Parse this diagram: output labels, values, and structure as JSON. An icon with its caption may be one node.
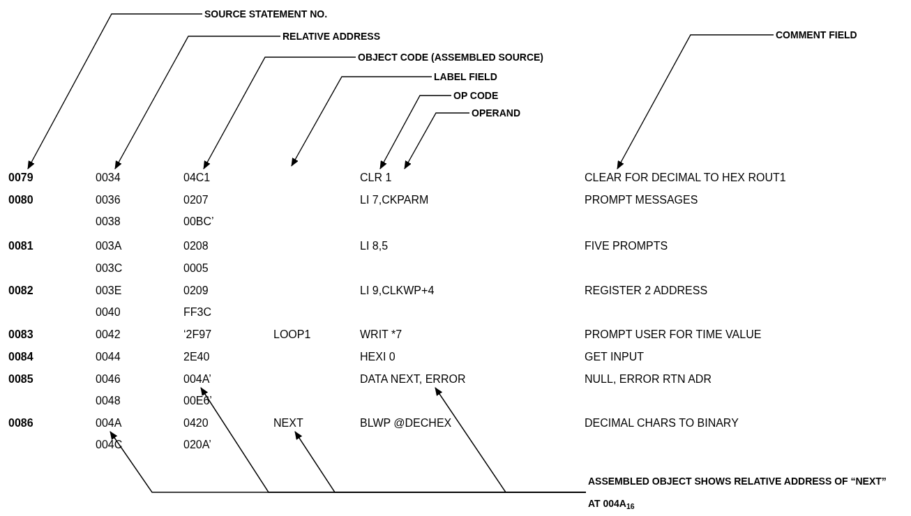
{
  "diagram": {
    "nodes": [
      {
        "text": [
          "SOURCE STATEMENT NO."
        ]
      },
      {
        "text": [
          "RELATIVE ADDRESS"
        ]
      },
      {
        "text": [
          "OBJECT CODE (ASSEMBLED SOURCE)"
        ]
      },
      {
        "text": [
          "LABEL FIELD"
        ]
      },
      {
        "text": [
          "OP CODE"
        ]
      },
      {
        "text": [
          "OPERAND"
        ]
      },
      {
        "text": [
          "COMMENT FIELD"
        ]
      },
      {
        "text": [
          "ASSEMBLED OBJECT SHOWS RELATIVE ADDRESS OF “NEXT” AT 004A$_{16}$"
        ]
      },
      {
        "text": [
          "004A"
        ]
      },
      {
        "text": [
          "004A’"
        ]
      },
      {
        "text": [
          "NEXT"
        ]
      },
      {
        "text": [
          "DATA NEXT, ERROR"
        ]
      },
      {
        "text": [
          "0079"
        ]
      },
      {
        "text": [
          "0034"
        ]
      },
      {
        "text": [
          "04C1"
        ]
      },
      {
        "text": [
          "CLR 1"
        ]
      },
      {
        "text": [
          "CLEAR FOR DECIMAL TO HEX ROUT1"
        ]
      }
    ],
    "edges": [
      {
        "from": 0,
        "to": 12,
        "arrow": "to"
      },
      {
        "from": 1,
        "to": 13,
        "arrow": "to"
      },
      {
        "from": 2,
        "to": 14,
        "arrow": "to"
      },
      {
        "from": 3,
        "to": null,
        "arrow": "to"
      },
      {
        "from": 4,
        "to": 15,
        "arrow": "to"
      },
      {
        "from": 5,
        "to": 15,
        "arrow": "to"
      },
      {
        "from": 6,
        "to": 16,
        "arrow": "to"
      },
      {
        "from": 7,
        "to": 8,
        "arrow": "to"
      },
      {
        "from": 7,
        "to": 9,
        "arrow": "to"
      },
      {
        "from": 7,
        "to": 10,
        "arrow": "to"
      },
      {
        "from": 7,
        "to": 11,
        "arrow": "to"
      }
    ],
    "labels": [
      "0080",
      "0036",
      "0207",
      "LI 7,CKPARM",
      "PROMPT MESSAGES",
      "0038",
      "00BC’",
      "0081",
      "003A",
      "0208",
      "LI 8,5",
      "FIVE PROMPTS",
      "003C",
      "0005",
      "0082",
      "003E",
      "0209",
      "LI 9,CLKWP+4",
      "REGISTER 2 ADDRESS",
      "0040",
      "FF3C",
      "0083",
      "0042",
      "‘2F97",
      "LOOP1",
      "WRIT *7",
      "PROMPT USER FOR TIME VALUE",
      "0084",
      "0044",
      "2E40",
      "HEXI 0",
      "GET INPUT",
      "0085",
      "0046",
      "NULL, ERROR RTN ADR",
      "0048",
      "00E6’",
      "0086",
      "0420",
      "BLWP @DECHEX",
      "DECIMAL CHARS TO BINARY",
      "004C",
      "020A’"
    ]
  }
}
